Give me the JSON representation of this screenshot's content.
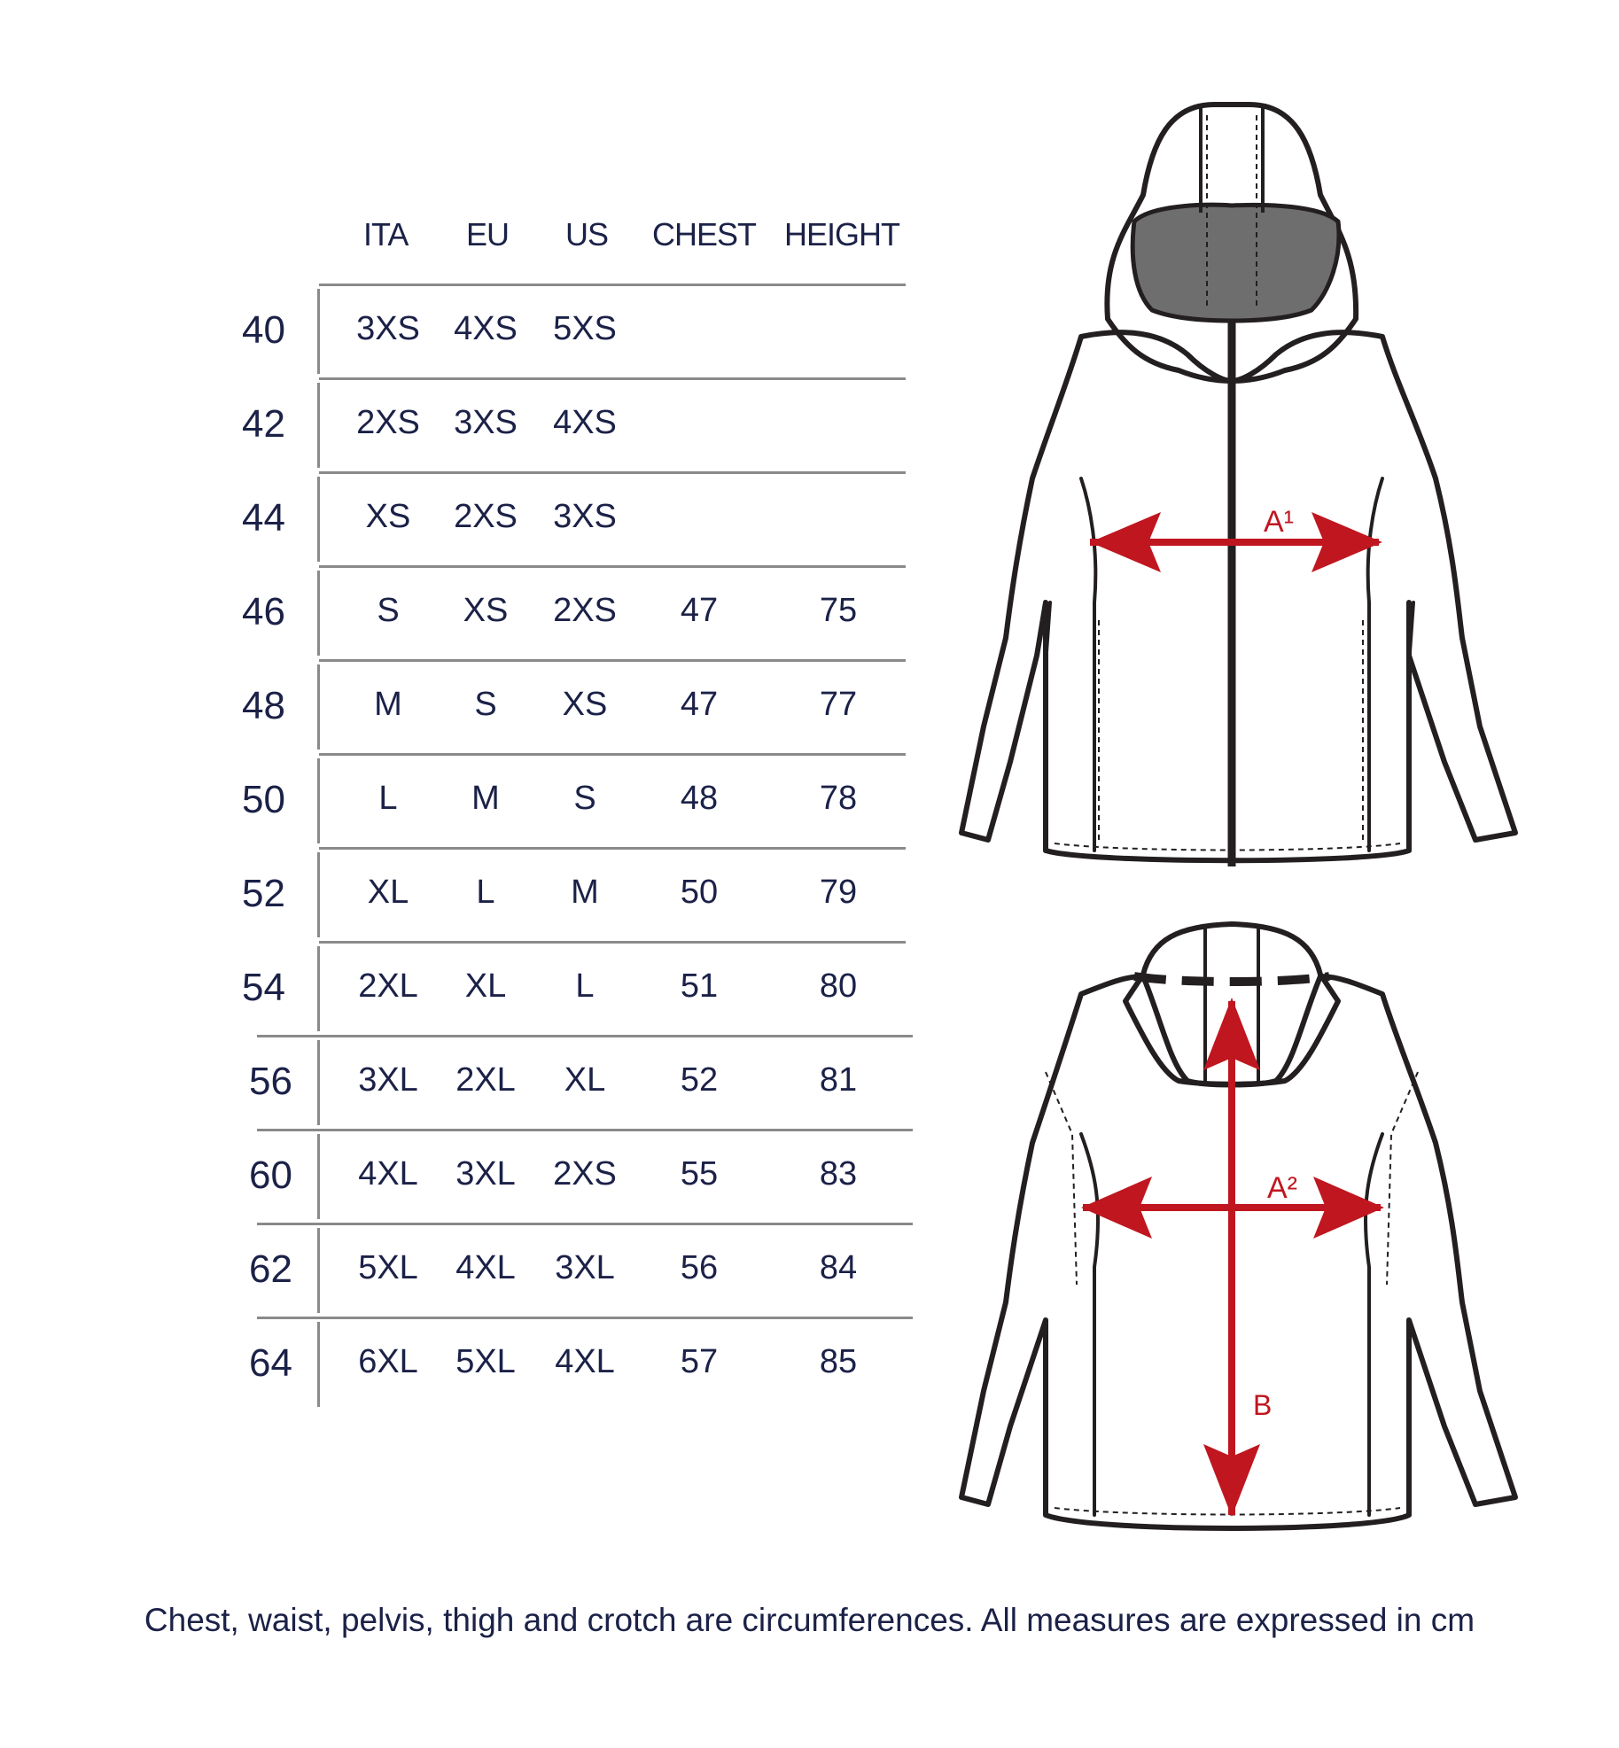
{
  "table": {
    "headers": [
      "ITA",
      "EU",
      "US",
      "CHEST",
      "HEIGHT"
    ],
    "rows": [
      {
        "size": "40",
        "ita": "3XS",
        "eu": "4XS",
        "us": "5XS",
        "chest": "",
        "height": ""
      },
      {
        "size": "42",
        "ita": "2XS",
        "eu": "3XS",
        "us": "4XS",
        "chest": "",
        "height": ""
      },
      {
        "size": "44",
        "ita": "XS",
        "eu": "2XS",
        "us": "3XS",
        "chest": "",
        "height": ""
      },
      {
        "size": "46",
        "ita": "S",
        "eu": "XS",
        "us": "2XS",
        "chest": "47",
        "height": "75"
      },
      {
        "size": "48",
        "ita": "M",
        "eu": "S",
        "us": "XS",
        "chest": "47",
        "height": "77"
      },
      {
        "size": "50",
        "ita": "L",
        "eu": "M",
        "us": "S",
        "chest": "48",
        "height": "78"
      },
      {
        "size": "52",
        "ita": "XL",
        "eu": "L",
        "us": "M",
        "chest": "50",
        "height": "79"
      },
      {
        "size": "54",
        "ita": "2XL",
        "eu": "XL",
        "us": "L",
        "chest": "51",
        "height": "80"
      },
      {
        "size": "56",
        "ita": "3XL",
        "eu": "2XL",
        "us": "XL",
        "chest": "52",
        "height": "81"
      },
      {
        "size": "60",
        "ita": "4XL",
        "eu": "3XL",
        "us": "2XS",
        "chest": "55",
        "height": "83"
      },
      {
        "size": "62",
        "ita": "5XL",
        "eu": "4XL",
        "us": "3XL",
        "chest": "56",
        "height": "84"
      },
      {
        "size": "64",
        "ita": "6XL",
        "eu": "5XL",
        "us": "4XL",
        "chest": "57",
        "height": "85"
      }
    ]
  },
  "diagram": {
    "label_a1": "A¹",
    "label_a2": "A²",
    "label_b": "B",
    "colors": {
      "outline": "#231f20",
      "arrow": "#c0161f",
      "hood_lining": "#6e6e6e",
      "text": "#1b2147",
      "rule": "#8a8a8a"
    }
  },
  "footer": {
    "note": "Chest, waist, pelvis, thigh and crotch are circumferences. All measures are expressed in cm"
  }
}
